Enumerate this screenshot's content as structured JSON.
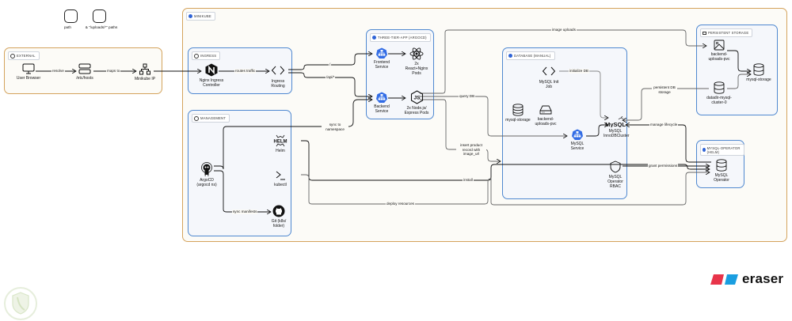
{
  "legend": {
    "items": [
      {
        "label": "path"
      },
      {
        "label": "& \"/uploads/*\" paths"
      }
    ]
  },
  "groups": {
    "external": {
      "title": "EXTERNAL"
    },
    "minikube": {
      "title": "MINIKUBE"
    },
    "ingress": {
      "title": "INGRESS"
    },
    "three_tier": {
      "title": "THREE-TIER-APP (ARGOCD)"
    },
    "database": {
      "title": "DATABASE (MANUAL)"
    },
    "persistent_storage": {
      "title": "PERSISTENT STORAGE"
    },
    "management": {
      "title": "MANAGEMENT"
    },
    "mysql_operator": {
      "title": "MYSQL-OPERATOR (HELM)"
    }
  },
  "nodes": {
    "user_browser": {
      "label": "User Browser",
      "icon": "monitor-icon"
    },
    "etc_hosts": {
      "label": "/etc/hosts",
      "icon": "server-icon"
    },
    "minikube_ip": {
      "label": "Minikube IP",
      "icon": "network-hierarchy-icon"
    },
    "nginx_controller": {
      "label": "Nginx Ingress Controller",
      "icon": "nginx-icon"
    },
    "ingress_routing": {
      "label": "Ingress Routing",
      "icon": "code-brackets-icon"
    },
    "frontend_service": {
      "label": "Frontend Service",
      "icon": "kubernetes-service-icon"
    },
    "react_pods": {
      "label": "2x React+Nginx Pods",
      "icon": "react-icon"
    },
    "backend_service": {
      "label": "Backend Service",
      "icon": "kubernetes-service-icon"
    },
    "node_pods": {
      "label": "2x Node.js/ Express Pods",
      "icon": "nodejs-icon"
    },
    "mysql_init_job": {
      "label": "MySQL Init Job",
      "icon": "code-brackets-icon"
    },
    "mysql_storage_db": {
      "label": "mysql-storage",
      "icon": "database-icon"
    },
    "backend_uploads_pvc_db": {
      "label": "backend-uploads-pvc",
      "icon": "hard-drive-icon"
    },
    "mysql_service": {
      "label": "MySQL Service",
      "icon": "kubernetes-service-icon"
    },
    "mysql_innodb": {
      "label": "MySQL InnoDBCluster",
      "icon": "mysql-icon"
    },
    "mysql_operator_rbac": {
      "label": "MySQL Operator RBAC",
      "icon": "shield-icon"
    },
    "backend_uploads_pvc_ps": {
      "label": "backend-uploads-pvc",
      "icon": "image-icon"
    },
    "datadir_mysql": {
      "label": "datadir-mysql-cluster-0",
      "icon": "database-icon"
    },
    "mysql_storage_ps": {
      "label": "mysql-storage",
      "icon": "database-icon"
    },
    "argocd": {
      "label": "ArgoCD (argocd ns)",
      "icon": "argocd-icon"
    },
    "helm": {
      "label": "Helm",
      "icon": "helm-icon"
    },
    "kubectl": {
      "label": "kubectl",
      "icon": "terminal-icon"
    },
    "git": {
      "label": "Git (k8s/ folder)",
      "icon": "github-icon"
    },
    "mysql_operator": {
      "label": "MySQL Operator",
      "icon": "database-icon"
    }
  },
  "edges": {
    "resolve": "resolve",
    "maps_to": "maps to",
    "routes_traffic": "routes traffic",
    "root": "/",
    "api": "/api/*",
    "image_uploads": "image uploads",
    "query_db": "query DB",
    "initialize_db": "initialize DB",
    "persistent_db_storage": "persistent DB storage",
    "manage_lifecycle": "manage lifecycle",
    "grant_permissions": "grant permissions",
    "sync_to_namespace": "sync to namespace",
    "insert_product": "insert product record with image_url",
    "install": "install",
    "deploy_resources": "deploy resources",
    "sync_manifests": "sync manifests"
  },
  "branding": {
    "logo_text": "eraser",
    "logo_colors": [
      "#e8344a",
      "#1a9ee0"
    ]
  }
}
